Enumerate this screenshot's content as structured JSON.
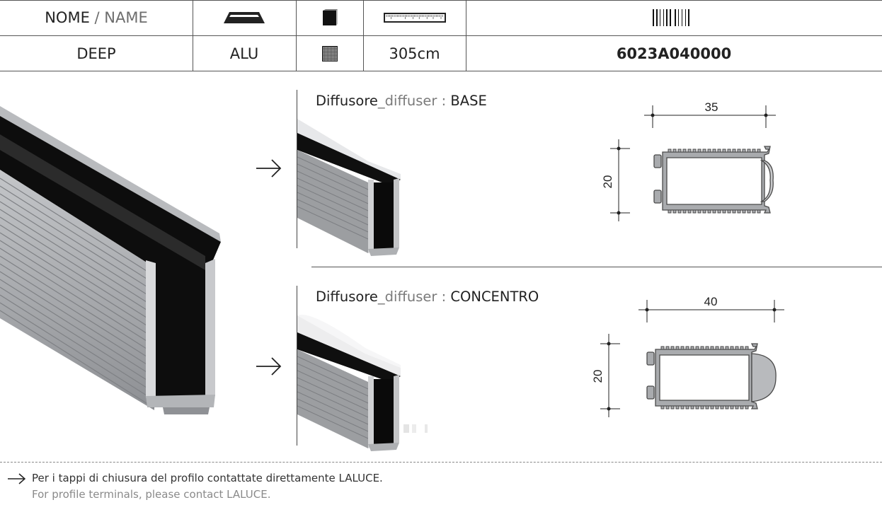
{
  "header": {
    "name_label_it": "NOME",
    "name_sep": " / ",
    "name_label_en": "NAME",
    "icons": [
      "profile-shape-icon",
      "finish-swatch-icon",
      "length-ruler-icon",
      "barcode-icon"
    ]
  },
  "product": {
    "name": "DEEP",
    "material": "ALU",
    "finish_icon": "anodized-pattern-icon",
    "length": "305cm",
    "code": "6023A040000"
  },
  "diffusers": [
    {
      "label_it": "Diffusore",
      "label_sep": "_",
      "label_en": "diffuser",
      "label_suffix": " : ",
      "type": "BASE",
      "width_dim": "35",
      "height_dim": "20"
    },
    {
      "label_it": "Diffusore",
      "label_sep": "_",
      "label_en": "diffuser",
      "label_suffix": " : ",
      "type": "CONCENTRO",
      "width_dim": "40",
      "height_dim": "20"
    }
  ],
  "footer": {
    "note_it": "Per i tappi di chiusura del profilo contattate direttamente LALUCE.",
    "note_en": "For profile terminals, please contact LALUCE."
  },
  "colors": {
    "aluminium": "#a9abae",
    "line": "#555555",
    "muted": "#7a7a7a"
  }
}
